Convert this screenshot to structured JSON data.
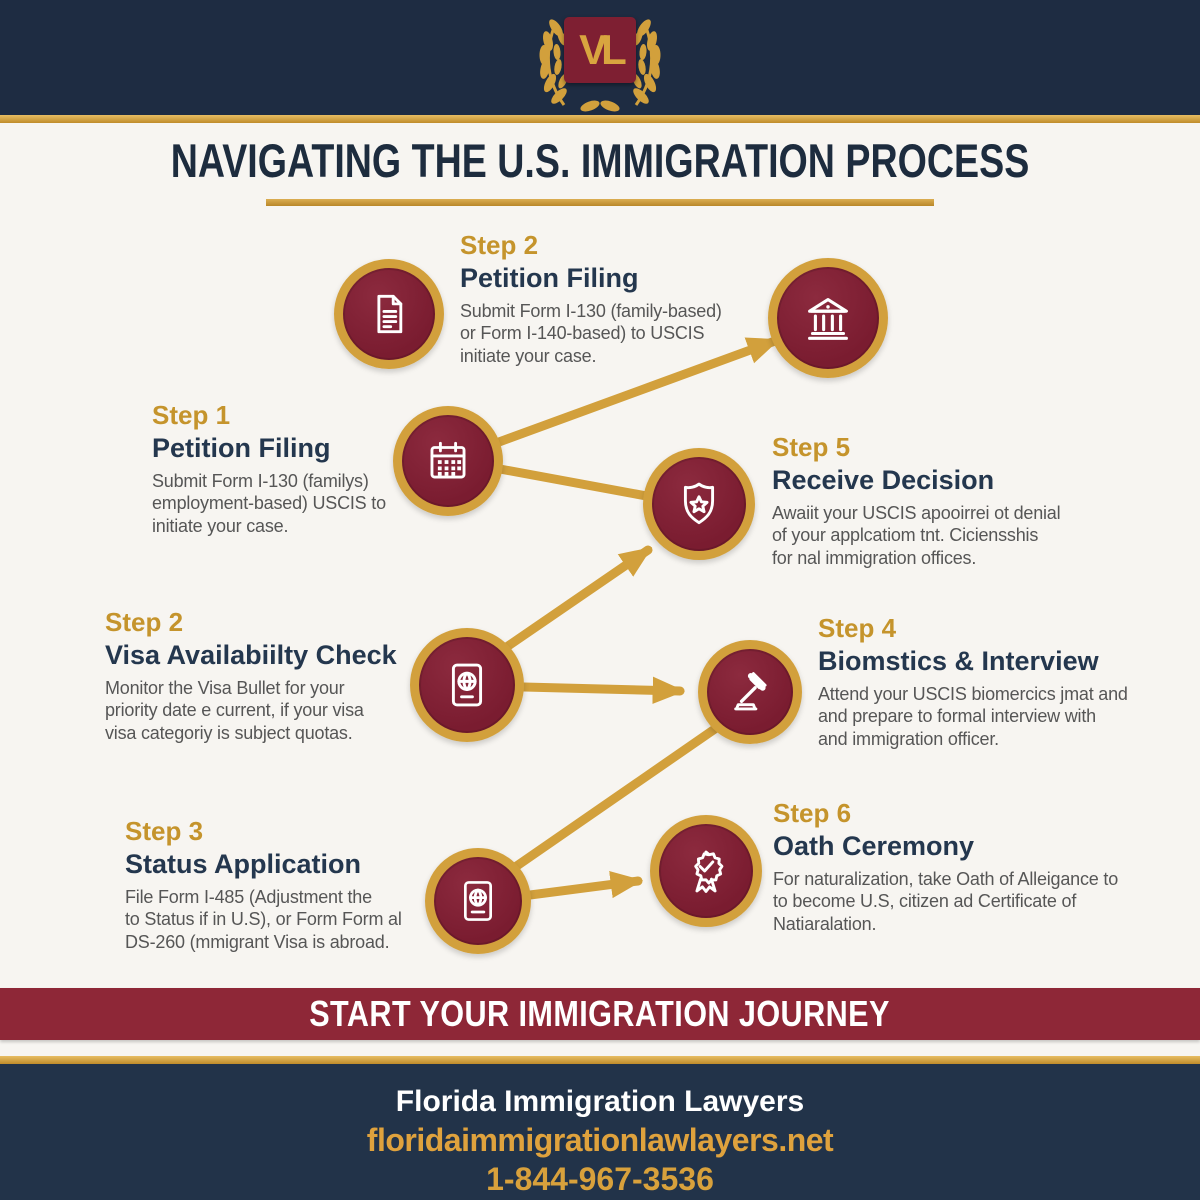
{
  "colors": {
    "navy": "#1e2c42",
    "gold": "#d2a03c",
    "maroon_circle": "#7e1f32",
    "band_maroon": "#8e2737",
    "background": "#f7f5f1",
    "step_label_gold": "#c5942c",
    "heading_navy": "#24374e",
    "body_text": "#565656"
  },
  "logo": {
    "monogram": "VL",
    "wreath_icon": "laurel-wreath-icon"
  },
  "title": "NAVIGATING THE U.S. IMMIGRATION PROCESS",
  "steps": [
    {
      "label": "Step 2",
      "heading": "Petition Filing",
      "body": "Submit Form I-130 (family-based)\nor Form I-140-based) to USCIS\ninitiate your case.",
      "icon": "document-icon"
    },
    {
      "label": "Step 1",
      "heading": "Petition Filing",
      "body": "Submit Form I-130 (familys)\nemployment-based) USCIS to\ninitiate your case.",
      "icon": "calendar-icon"
    },
    {
      "label": "Step 5",
      "heading": "Receive Decision",
      "body": "Awaiit your USCIS apooirrei ot denial\nof your applcatiom tnt. Ciciensshis\nfor nal immigration offices.",
      "icon": "shield-star-icon"
    },
    {
      "label": "Step 2",
      "heading": "Visa Availabiilty Check",
      "body": "Monitor the Visa Bullet for your\npriority date e current, if your visa\nvisa categoriy is subject quotas.",
      "icon": "passport-globe-icon"
    },
    {
      "label": "Step 4",
      "heading": "Biomstics & Interview",
      "body": "Attend your USCIS biomercics jmat and\nand prepare to formal interview with\nand immigration officer.",
      "icon": "gavel-icon"
    },
    {
      "label": "Step 3",
      "heading": "Status Application",
      "body": "File Form I-485 (Adjustment the\nto Status if in U.S), or Form Form al\nDS-260 (mmigrant Visa is abroad.",
      "icon": "passport-icon"
    },
    {
      "label": "Step 6",
      "heading": "Oath Ceremony",
      "body": "For naturalization, take Oath of Alleigance to\nto become U.S, citizen ad Certificate of\nNatiaralation.",
      "icon": "medal-check-icon"
    }
  ],
  "flow_extra_icon": "bank-building-icon",
  "banner": "START YOUR IMMIGRATION JOURNEY",
  "footer": {
    "company": "Florida Immigration Lawyers",
    "website": "floridaimmigrationlawlayers.net",
    "phone": "1-844-967-3536"
  }
}
